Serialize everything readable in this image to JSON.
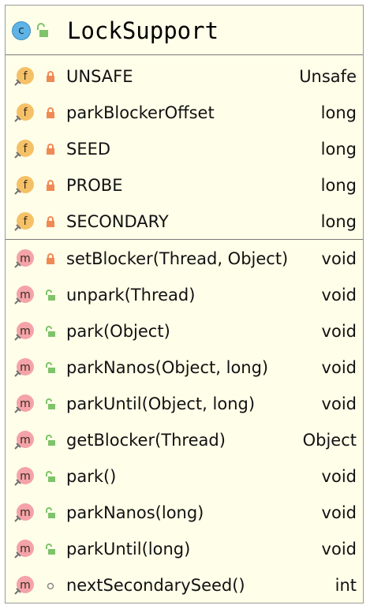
{
  "class": {
    "name": "LockSupport",
    "kind_letter": "c"
  },
  "fields": [
    {
      "name": "UNSAFE",
      "type": "Unsafe",
      "visibility": "private"
    },
    {
      "name": "parkBlockerOffset",
      "type": "long",
      "visibility": "private"
    },
    {
      "name": "SEED",
      "type": "long",
      "visibility": "private"
    },
    {
      "name": "PROBE",
      "type": "long",
      "visibility": "private"
    },
    {
      "name": "SECONDARY",
      "type": "long",
      "visibility": "private"
    }
  ],
  "methods": [
    {
      "name": "setBlocker(Thread, Object)",
      "type": "void",
      "visibility": "private"
    },
    {
      "name": "unpark(Thread)",
      "type": "void",
      "visibility": "public"
    },
    {
      "name": "park(Object)",
      "type": "void",
      "visibility": "public"
    },
    {
      "name": "parkNanos(Object, long)",
      "type": "void",
      "visibility": "public"
    },
    {
      "name": "parkUntil(Object, long)",
      "type": "void",
      "visibility": "public"
    },
    {
      "name": "getBlocker(Thread)",
      "type": "Object",
      "visibility": "public"
    },
    {
      "name": "park()",
      "type": "void",
      "visibility": "public"
    },
    {
      "name": "parkNanos(long)",
      "type": "void",
      "visibility": "public"
    },
    {
      "name": "parkUntil(long)",
      "type": "void",
      "visibility": "public"
    },
    {
      "name": "nextSecondarySeed()",
      "type": "int",
      "visibility": "package-private"
    }
  ],
  "icons": {
    "class": "class-icon",
    "field": "field-icon",
    "method": "method-icon",
    "private": "lock-closed-icon",
    "public": "lock-open-icon",
    "package-private": "circle-icon"
  },
  "colors": {
    "background": "#fffee9",
    "class_icon": "#5fb3e6",
    "field_icon": "#f5c167",
    "method_icon": "#f4a3a8",
    "private_lock": "#ef8a55",
    "public_lock": "#7fc36a"
  }
}
